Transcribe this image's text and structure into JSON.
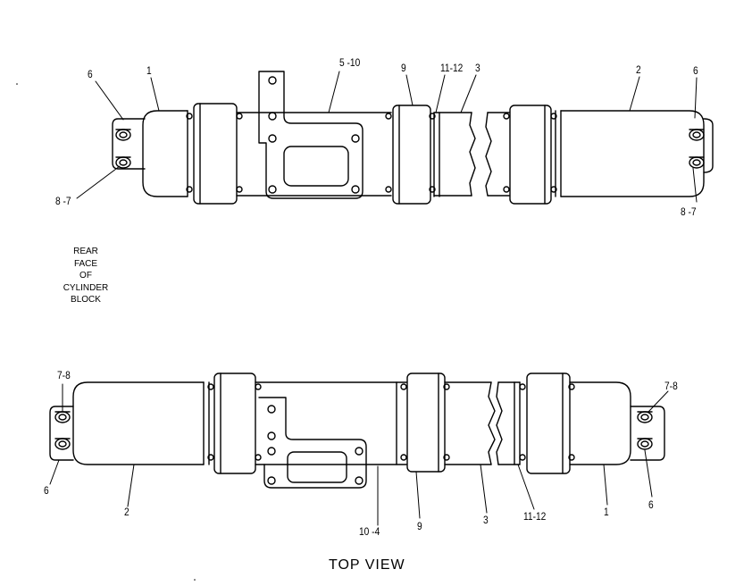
{
  "labels": {
    "upper": {
      "l6": "6",
      "l1": "1",
      "l5_10": "5 -10",
      "l9": "9",
      "l11_12": "11-12",
      "l3": "3",
      "l2": "2",
      "l6r": "6",
      "l8_7_left": "8 -7",
      "l8_7_right": "8 -7"
    },
    "lower": {
      "l7_8_left": "7-8",
      "l6_left": "6",
      "l2": "2",
      "l10_4": "10 -4",
      "l9": "9",
      "l3": "3",
      "l11_12": "11-12",
      "l1": "1",
      "l6_right": "6",
      "l7_8_right": "7-8"
    }
  },
  "note": {
    "line1": "REAR",
    "line2": "FACE",
    "line3": "OF",
    "line4": "CYLINDER",
    "line5": "BLOCK"
  },
  "caption": "TOP  VIEW"
}
